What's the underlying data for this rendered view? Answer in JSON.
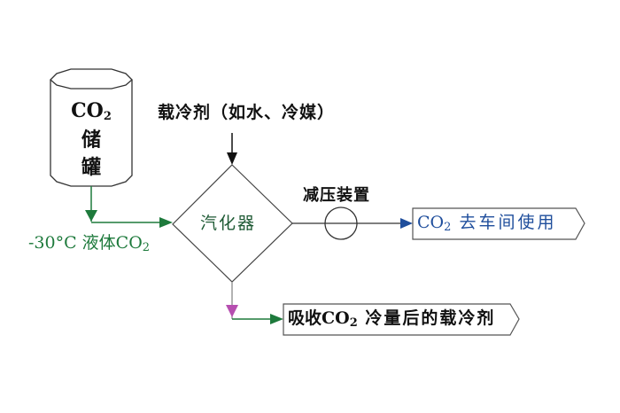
{
  "diagram": {
    "title": "CO2 vaporization process flow",
    "nodes": {
      "storage_tank": {
        "line1": "CO",
        "line1_sub": "2",
        "line2": "储",
        "line3": "罐"
      },
      "coolant_input": {
        "label": "载冷剂（如水、冷媒）"
      },
      "vaporizer": {
        "label": "汽化器"
      },
      "pressure_reducer": {
        "label": "减压装置"
      },
      "output_workshop": {
        "prefix": "CO",
        "sub": "2",
        "label": " 去车间使用"
      },
      "output_coolant": {
        "prefix": "吸收CO",
        "sub": "2",
        "label": " 冷量后的载冷剂"
      }
    },
    "edges": {
      "liquid_co2": {
        "prefix": "-30°C 液体CO",
        "sub": "2"
      }
    },
    "colors": {
      "green_flow": "#1e7a3c",
      "blue_flow": "#1f4e9c",
      "magenta_arrow": "#b64fb0",
      "black": "#111111",
      "outline": "#444444"
    }
  }
}
